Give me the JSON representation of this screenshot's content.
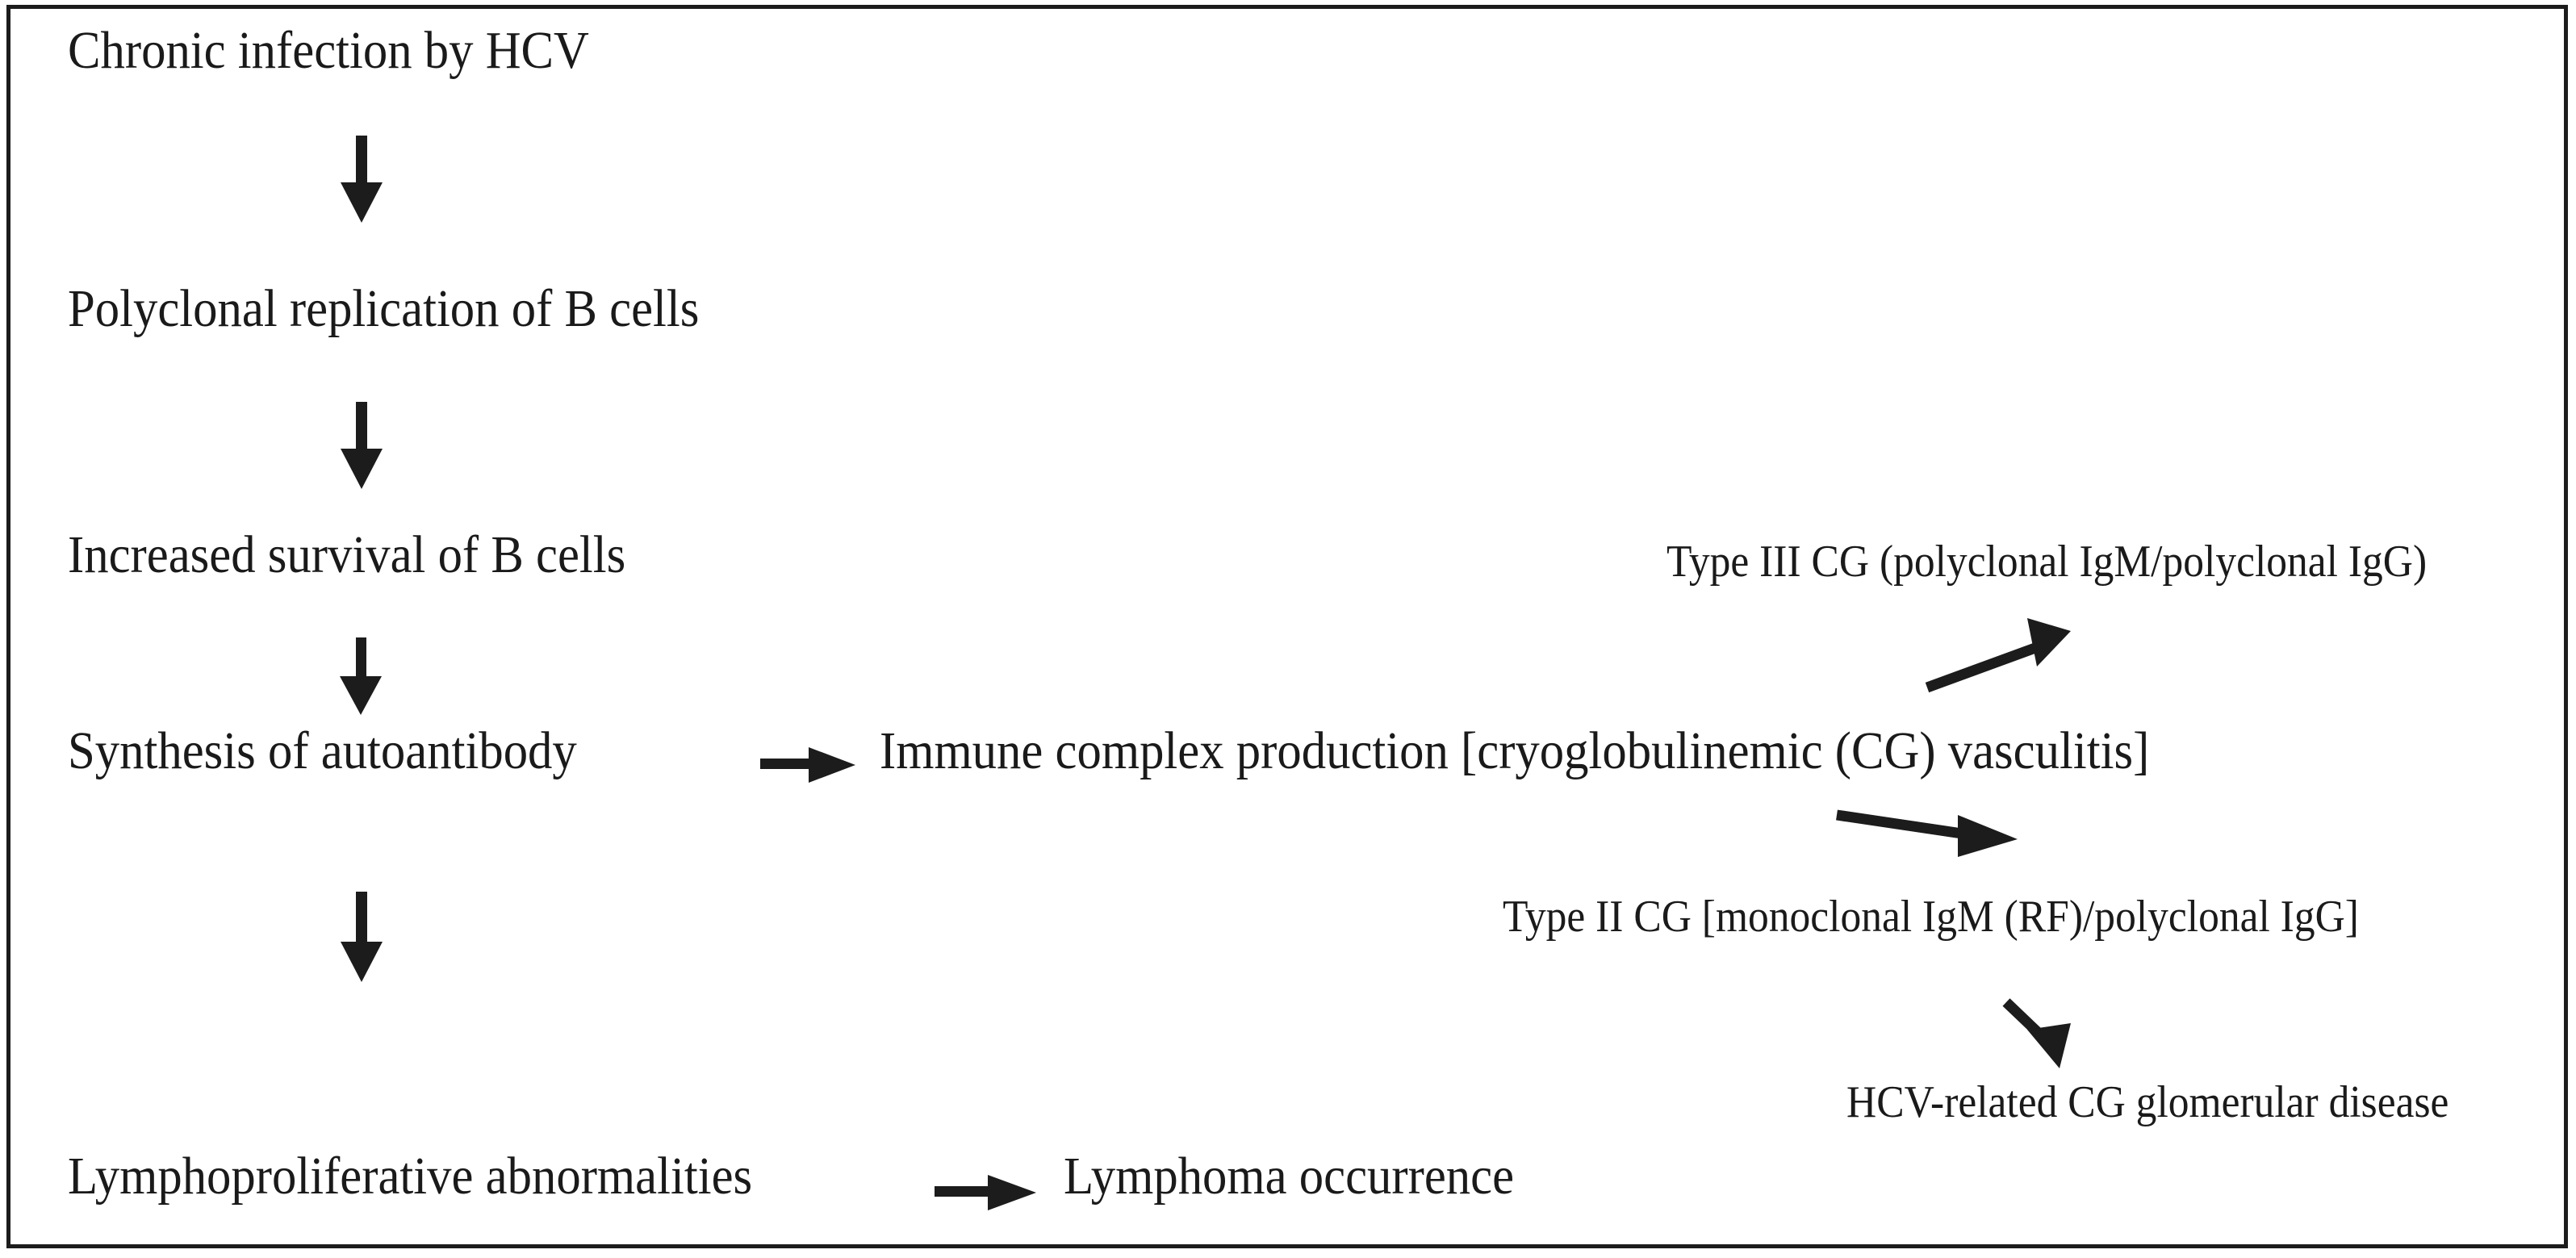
{
  "diagram": {
    "title": "HCV chronic infection pathogenesis flowchart",
    "background_color": "#ffffff",
    "ink_color": "#1a1a1a",
    "border_color": "#1c1c1c",
    "nodes": [
      {
        "id": "chronic_infection",
        "label": "Chronic infection by HCV"
      },
      {
        "id": "polyclonal_b",
        "label": "Polyclonal replication of B cells"
      },
      {
        "id": "increased_survival",
        "label": "Increased survival of B cells"
      },
      {
        "id": "autoantibody",
        "label": "Synthesis of autoantibody"
      },
      {
        "id": "immune_complex",
        "label": "Immune complex production [cryoglobulinemic (CG) vasculitis]"
      },
      {
        "id": "type_iii_cg",
        "label": "Type III CG (polyclonal IgM/polyclonal IgG)"
      },
      {
        "id": "type_ii_cg",
        "label": "Type II CG [monoclonal IgM (RF)/polyclonal IgG]"
      },
      {
        "id": "glomerular_disease",
        "label": "HCV-related CG glomerular disease"
      },
      {
        "id": "lymphoproliferative",
        "label": "Lymphoproliferative abnormalities"
      },
      {
        "id": "lymphoma",
        "label": "Lymphoma occurrence"
      }
    ],
    "arrows": [
      {
        "id": "a1",
        "icon": "arrow-down-icon",
        "from": "chronic_infection",
        "to": "polyclonal_b"
      },
      {
        "id": "a2",
        "icon": "arrow-down-icon",
        "from": "polyclonal_b",
        "to": "increased_survival"
      },
      {
        "id": "a3",
        "icon": "arrow-down-icon",
        "from": "increased_survival",
        "to": "autoantibody"
      },
      {
        "id": "a4",
        "icon": "arrow-down-icon",
        "from": "autoantibody",
        "to": "lymphoproliferative"
      },
      {
        "id": "a5",
        "icon": "arrow-right-icon",
        "from": "autoantibody",
        "to": "immune_complex"
      },
      {
        "id": "a6",
        "icon": "arrow-up-right-icon",
        "from": "immune_complex",
        "to": "type_iii_cg"
      },
      {
        "id": "a7",
        "icon": "arrow-right-icon",
        "from": "immune_complex",
        "to": "type_ii_cg"
      },
      {
        "id": "a8",
        "icon": "arrow-down-right-icon",
        "from": "type_ii_cg",
        "to": "glomerular_disease"
      },
      {
        "id": "a9",
        "icon": "arrow-right-icon",
        "from": "lymphoproliferative",
        "to": "lymphoma"
      }
    ]
  }
}
